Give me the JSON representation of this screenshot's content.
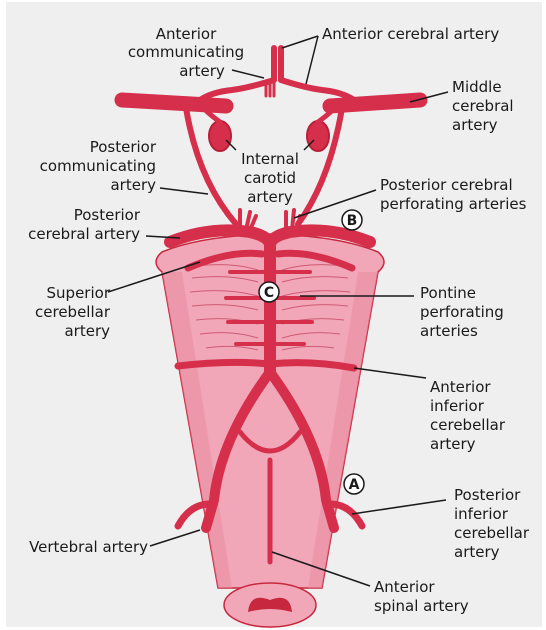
{
  "colors": {
    "background": "#efefef",
    "brainstem": "#f2a7b8",
    "brainstem_outline": "#c8283f",
    "artery": "#d62f4b",
    "artery_dark": "#b81f38",
    "label": "#1a1a1a"
  },
  "labels": {
    "anterior_communicating_artery": [
      "Anterior",
      "communicating",
      "artery"
    ],
    "anterior_cerebral_artery": [
      "Anterior cerebral artery"
    ],
    "middle_cerebral_artery": [
      "Middle",
      "cerebral",
      "artery"
    ],
    "posterior_communicating_artery": [
      "Posterior",
      "communicating",
      "artery"
    ],
    "internal_carotid_artery": [
      "Internal",
      "carotid",
      "artery"
    ],
    "posterior_cerebral_perforating_arteries": [
      "Posterior cerebral",
      "perforating arteries"
    ],
    "posterior_cerebral_artery": [
      "Posterior",
      "cerebral artery"
    ],
    "superior_cerebellar_artery": [
      "Superior",
      "cerebellar",
      "artery"
    ],
    "pontine_perforating_arteries": [
      "Pontine",
      "perforating",
      "arteries"
    ],
    "anterior_inferior_cerebellar_artery": [
      "Anterior",
      "inferior",
      "cerebellar",
      "artery"
    ],
    "posterior_inferior_cerebellar_artery": [
      "Posterior",
      "inferior",
      "cerebellar",
      "artery"
    ],
    "vertebral_artery": [
      "Vertebral artery"
    ],
    "anterior_spinal_artery": [
      "Anterior",
      "spinal artery"
    ]
  },
  "markers": {
    "a": "A",
    "b": "B",
    "c": "C"
  }
}
